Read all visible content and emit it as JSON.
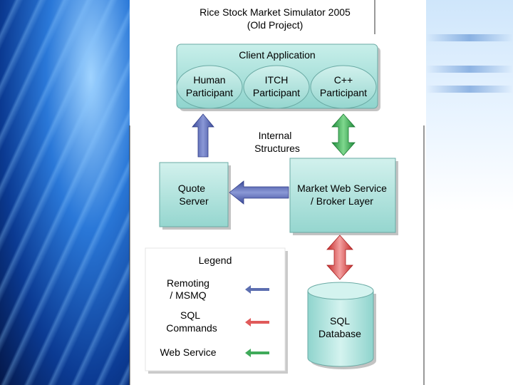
{
  "title": {
    "line1": "Rice Stock Market Simulator 2005",
    "line2": "(Old Project)"
  },
  "client_app": {
    "label": "Client Application",
    "participants": [
      {
        "line1": "Human",
        "line2": "Participant"
      },
      {
        "line1": "ITCH",
        "line2": "Participant"
      },
      {
        "line1": "C++",
        "line2": "Participant"
      }
    ]
  },
  "internal": {
    "line1": "Internal",
    "line2": "Structures"
  },
  "quote_server": {
    "line1": "Quote",
    "line2": "Server"
  },
  "market_service": {
    "line1": "Market Web Service",
    "line2": "/ Broker Layer"
  },
  "database": {
    "line1": "SQL",
    "line2": "Database"
  },
  "legend": {
    "title": "Legend",
    "items": [
      {
        "line1": "Remoting",
        "line2": "/ MSMQ",
        "color": "#5c6eb0"
      },
      {
        "line1": "SQL",
        "line2": "Commands",
        "color": "#e05a5a"
      },
      {
        "line1": "Web Service",
        "line2": "",
        "color": "#3faa5a"
      }
    ]
  },
  "colors": {
    "box_fill": "#9fdcd6",
    "remoting": "#5c6eb0",
    "sql": "#e05a5a",
    "webservice": "#3faa5a"
  }
}
